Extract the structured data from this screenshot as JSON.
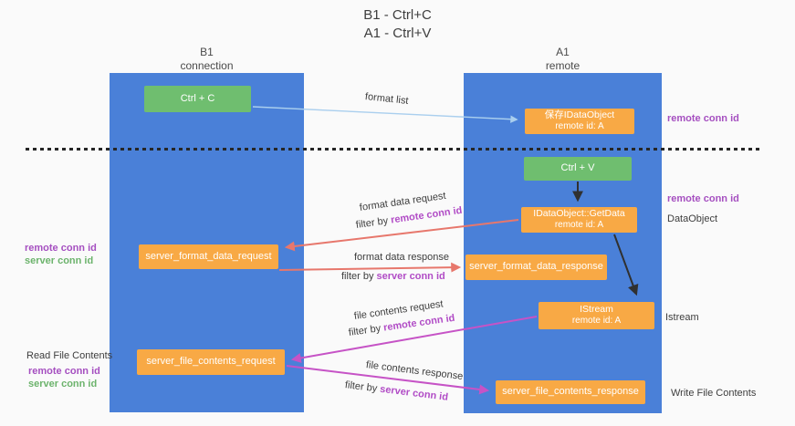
{
  "title": {
    "line1": "B1 - Ctrl+C",
    "line2": "A1 - Ctrl+V"
  },
  "lanes": {
    "left": {
      "name": "B1",
      "role": "connection"
    },
    "right": {
      "name": "A1",
      "role": "remote"
    }
  },
  "nodes": {
    "ctrl_c": {
      "label": "Ctrl + C"
    },
    "save_dataobject": {
      "line1": "保存IDataObject",
      "line2": "remote id: A"
    },
    "ctrl_v": {
      "label": "Ctrl + V"
    },
    "getdata": {
      "line1": "IDataObject::GetData",
      "line2": "remote id: A"
    },
    "format_request": {
      "label": "server_format_data_request"
    },
    "format_response": {
      "label": "server_format_data_response"
    },
    "istream": {
      "line1": "IStream",
      "line2": "remote id: A"
    },
    "file_request": {
      "label": "server_file_contents_request"
    },
    "file_response": {
      "label": "server_file_contents_response"
    }
  },
  "flows": {
    "format_list": {
      "label": "format list"
    },
    "format_data_request": {
      "label": "format data request",
      "filter_prefix": "filter by",
      "filter_key": "remote conn id"
    },
    "format_data_response": {
      "label": "format data response",
      "filter_prefix": "filter by",
      "filter_key": "server conn id"
    },
    "file_contents_request": {
      "label": "file contents request",
      "filter_prefix": "filter by",
      "filter_key": "remote conn id"
    },
    "file_contents_response": {
      "label": "file contents response",
      "filter_prefix": "filter by",
      "filter_key": "server conn id"
    }
  },
  "side_labels": {
    "right_top_remote_conn_id": "remote conn id",
    "right_mid_remote_conn_id": "remote conn id",
    "dataobject": "DataObject",
    "istream": "Istream",
    "write_file_contents": "Write File Contents",
    "left_remote_conn_id": "remote conn id",
    "left_server_conn_id": "server conn id",
    "read_file_contents": "Read File Contents",
    "left2_remote_conn_id": "remote conn id",
    "left2_server_conn_id": "server conn id"
  },
  "colors": {
    "lane_blue": "#4a80d8",
    "node_orange": "#f8a945",
    "node_green": "#6fbe6f",
    "remote_conn_purple": "#a54fc0",
    "server_conn_green": "#6cb36c",
    "filter_key_magenta": "#b14cc6",
    "format_arrow_red": "#e7776c",
    "file_arrow_magenta": "#c653c6",
    "format_list_arrow_blue": "#aacfee",
    "black_arrow": "#303030"
  }
}
